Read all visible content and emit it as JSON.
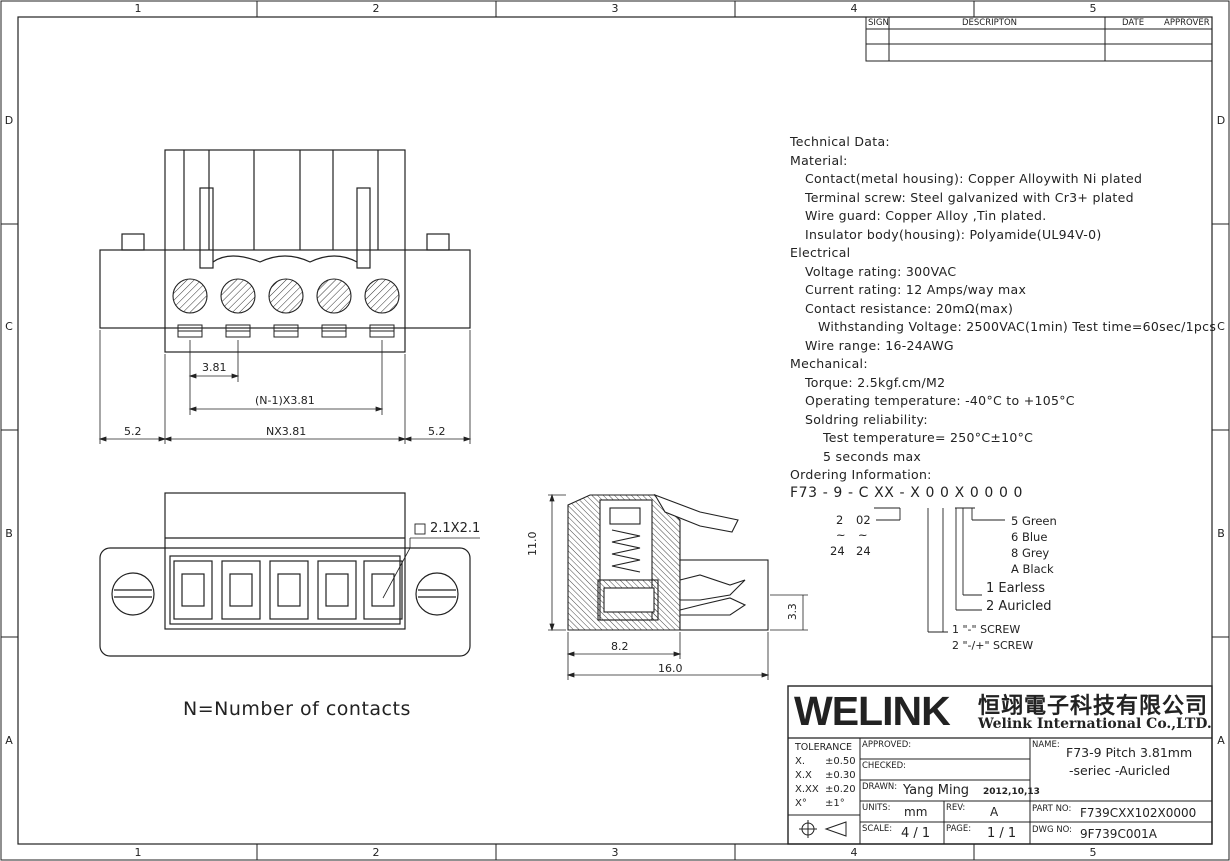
{
  "border": {
    "columns": [
      "1",
      "2",
      "3",
      "4",
      "5"
    ],
    "rows": [
      "D",
      "C",
      "B",
      "A"
    ]
  },
  "revision_block": {
    "headers": [
      "SIGN",
      "DESCRIPTON",
      "DATE",
      "APPROVER"
    ]
  },
  "dimensions": {
    "pitch": "3.81",
    "span": "(N-1)X3.81",
    "left": "5.2",
    "mid": "NX3.81",
    "right": "5.2",
    "hole": "2.1X2.1",
    "height": "11.0",
    "side_small": "8.2",
    "side_total": "16.0",
    "pin": "3.3"
  },
  "note": "N=Number of contacts",
  "technical": [
    {
      "level": 0,
      "text": "Technical Data:"
    },
    {
      "level": 0,
      "text": "Material:"
    },
    {
      "level": 1,
      "text": "Contact(metal housing): Copper Alloywith Ni plated"
    },
    {
      "level": 1,
      "text": "Terminal screw: Steel galvanized with Cr3+ plated"
    },
    {
      "level": 1,
      "text": "Wire guard: Copper Alloy ,Tin plated."
    },
    {
      "level": 1,
      "text": "Insulator body(housing): Polyamide(UL94V-0)"
    },
    {
      "level": 0,
      "text": "Electrical"
    },
    {
      "level": 1,
      "text": "Voltage rating: 300VAC"
    },
    {
      "level": 1,
      "text": "Current rating: 12 Amps/way max"
    },
    {
      "level": 1,
      "text": "Contact resistance: 20mΩ(max)"
    },
    {
      "level": 2,
      "text": "Withstanding Voltage: 2500VAC(1min) Test time=60sec/1pcs"
    },
    {
      "level": 1,
      "text": "Wire range: 16-24AWG"
    },
    {
      "level": 0,
      "text": "Mechanical:"
    },
    {
      "level": 1,
      "text": "Torque: 2.5kgf.cm/M2"
    },
    {
      "level": 1,
      "text": "Operating temperature: -40°C to +105°C"
    },
    {
      "level": 1,
      "text": "Soldring reliability:"
    },
    {
      "level": 3,
      "text": "Test temperature= 250°C±10°C"
    },
    {
      "level": 3,
      "text": "5 seconds max"
    },
    {
      "level": 0,
      "text": "Ordering Information:"
    }
  ],
  "ordering": {
    "code": "F73 - 9 - C XX - X 0  0 X  0 0 0 0",
    "pos_min": "2",
    "pos_min_code": "02",
    "tilde": "~",
    "pos_max": "24",
    "pos_max_code": "24",
    "colors": [
      "5   Green",
      "6   Blue",
      "8   Grey",
      "A   Black"
    ],
    "ends": [
      "1  Earless",
      "2  Auricled"
    ],
    "screws": [
      "1   \"-\" SCREW",
      "2   \"-/+\" SCREW"
    ]
  },
  "title_block": {
    "brand": "WELINK",
    "company_cn": "恒翊電子科技有限公司",
    "company_en": "Welink International Co.,LTD.",
    "tolerance_label": "TOLERANCE",
    "tolerances": [
      {
        "k": "X.",
        "v": "±0.50"
      },
      {
        "k": "X.X",
        "v": "±0.30"
      },
      {
        "k": "X.XX",
        "v": "±0.20"
      },
      {
        "k": "X°",
        "v": "±1°"
      }
    ],
    "approved_label": "APPROVED:",
    "checked_label": "CHECKED:",
    "drawn_label": "DRAWN:",
    "drawn_by": "Yang Ming",
    "drawn_date": "2012,10,13",
    "units_label": "UNITS:",
    "units": "mm",
    "rev_label": "REV:",
    "rev": "A",
    "scale_label": "SCALE:",
    "scale": "4 / 1",
    "page_label": "PAGE:",
    "page": "1 / 1",
    "name_label": "NAME:",
    "name_line1": "F73-9  Pitch 3.81mm",
    "name_line2": "-seriec -Auricled",
    "partno_label": "PART NO:",
    "partno": "F739CXX102X0000",
    "dwgno_label": "DWG NO:",
    "dwgno": "9F739C001A"
  }
}
